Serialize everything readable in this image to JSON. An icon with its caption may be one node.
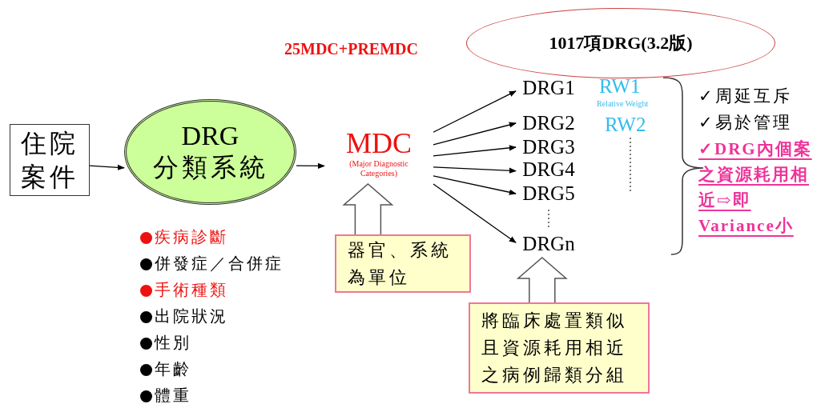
{
  "diagram": {
    "nodes": [
      {
        "text": [
          "住院案件"
        ]
      },
      {
        "text": [
          "DRG",
          "分類系統"
        ]
      },
      {
        "text": [
          "MDC",
          "(Major Diagnostic Categories)"
        ]
      },
      {
        "text": [
          "DRG1"
        ]
      },
      {
        "text": [
          "DRG2"
        ]
      },
      {
        "text": [
          "DRG3"
        ]
      },
      {
        "text": [
          "DRG4"
        ]
      },
      {
        "text": [
          "DRG5"
        ]
      },
      {
        "text": [
          "DRGn"
        ]
      },
      {
        "text": [
          "器官、系統為單位"
        ]
      },
      {
        "text": [
          "將臨床處置類似且資源耗用相近之病例歸類分組"
        ]
      },
      {
        "text": [
          "1017項DRG(3.2版)"
        ]
      }
    ],
    "edges": [
      {
        "from": 0,
        "to": 1,
        "arrow": "to"
      },
      {
        "from": 1,
        "to": 2,
        "arrow": "to"
      },
      {
        "from": 2,
        "to": 3,
        "arrow": "to"
      },
      {
        "from": 2,
        "to": 4,
        "arrow": "to"
      },
      {
        "from": 2,
        "to": 5,
        "arrow": "to"
      },
      {
        "from": 2,
        "to": 6,
        "arrow": "to"
      },
      {
        "from": 2,
        "to": 7,
        "arrow": "to"
      },
      {
        "from": 2,
        "to": 8,
        "arrow": "to"
      },
      {
        "from": 9,
        "to": 2,
        "arrow": "to",
        "style": "thick"
      },
      {
        "from": 10,
        "to": 8,
        "arrow": "to",
        "style": "thick"
      }
    ],
    "labels": [
      "25MDC+PREMDC",
      "RW1",
      "Relative Weight",
      "RW2",
      "✓周延互斥",
      "✓易於管理",
      "✓DRG內個案之資源耗用相近⇨即Variance小",
      "疾病診斷",
      "併發症／合併症",
      "手術種類",
      "出院狀況",
      "性別",
      "年齡",
      "體重"
    ]
  }
}
